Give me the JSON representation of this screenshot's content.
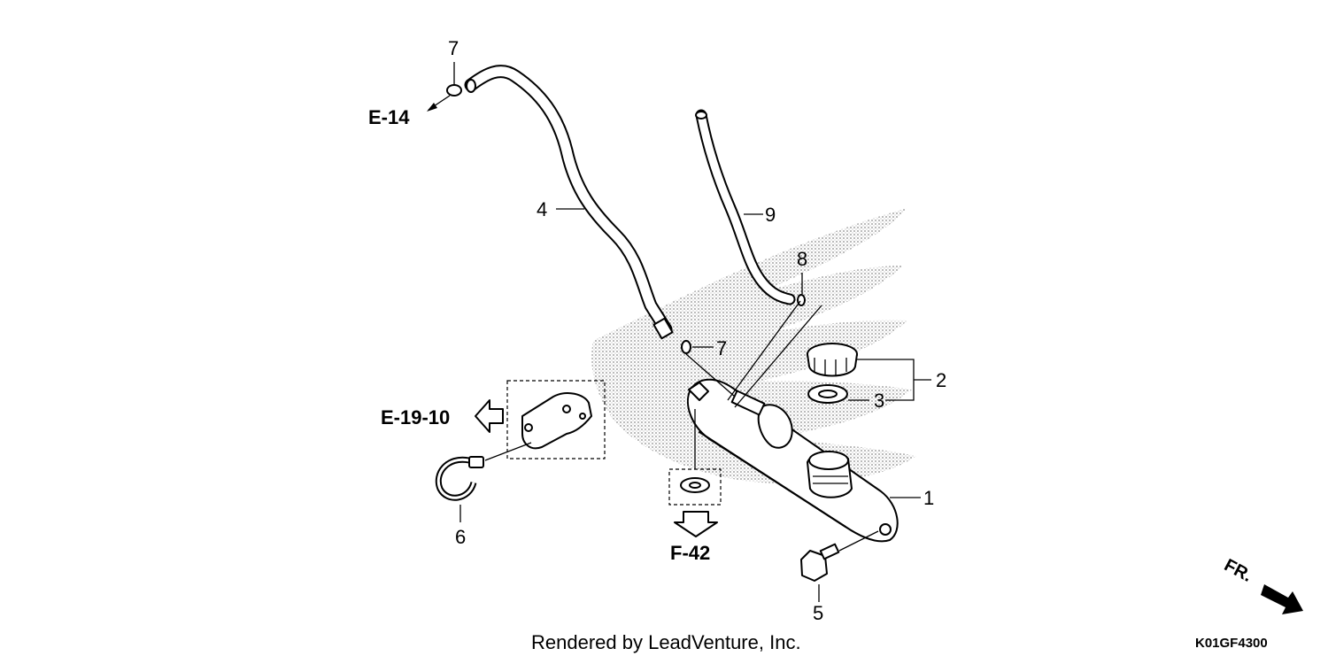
{
  "callouts": {
    "c1": "1",
    "c2": "2",
    "c3": "3",
    "c4": "4",
    "c5": "5",
    "c6": "6",
    "c7a": "7",
    "c7b": "7",
    "c8": "8",
    "c9": "9"
  },
  "references": {
    "e14": "E-14",
    "e1910": "E-19-10",
    "f42": "F-42"
  },
  "direction": {
    "label": "FR."
  },
  "footer": {
    "credit": "Rendered by LeadVenture, Inc.",
    "diagram_code": "K01GF4300"
  }
}
